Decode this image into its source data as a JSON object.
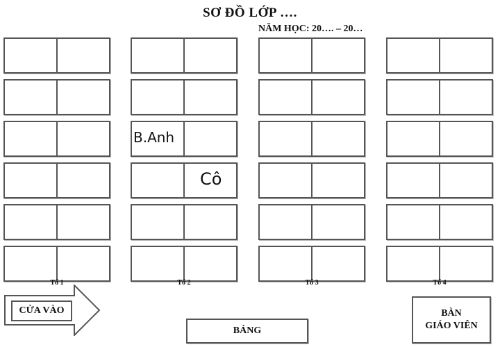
{
  "header": {
    "title": "SƠ ĐỒ LỚP ….",
    "subtitle": "NĂM HỌC: 20…. – 20…"
  },
  "groups": [
    {
      "label": "Tổ 1",
      "desks": [
        [
          "",
          ""
        ],
        [
          "",
          ""
        ],
        [
          "",
          ""
        ],
        [
          "",
          ""
        ],
        [
          "",
          ""
        ],
        [
          "",
          ""
        ]
      ]
    },
    {
      "label": "Tổ 2",
      "desks": [
        [
          "",
          ""
        ],
        [
          "",
          ""
        ],
        [
          "B.Anh",
          ""
        ],
        [
          "",
          "Cô"
        ],
        [
          "",
          ""
        ],
        [
          "",
          ""
        ]
      ]
    },
    {
      "label": "Tổ 3",
      "desks": [
        [
          "",
          ""
        ],
        [
          "",
          ""
        ],
        [
          "",
          ""
        ],
        [
          "",
          ""
        ],
        [
          "",
          ""
        ],
        [
          "",
          ""
        ]
      ]
    },
    {
      "label": "Tổ 4",
      "desks": [
        [
          "",
          ""
        ],
        [
          "",
          ""
        ],
        [
          "",
          ""
        ],
        [
          "",
          ""
        ],
        [
          "",
          ""
        ],
        [
          "",
          ""
        ]
      ]
    }
  ],
  "door": {
    "label": "CỬA VÀO"
  },
  "board": {
    "label": "BẢNG"
  },
  "teacher_desk": {
    "line1": "BÀN",
    "line2": "GIÁO VIÊN"
  }
}
